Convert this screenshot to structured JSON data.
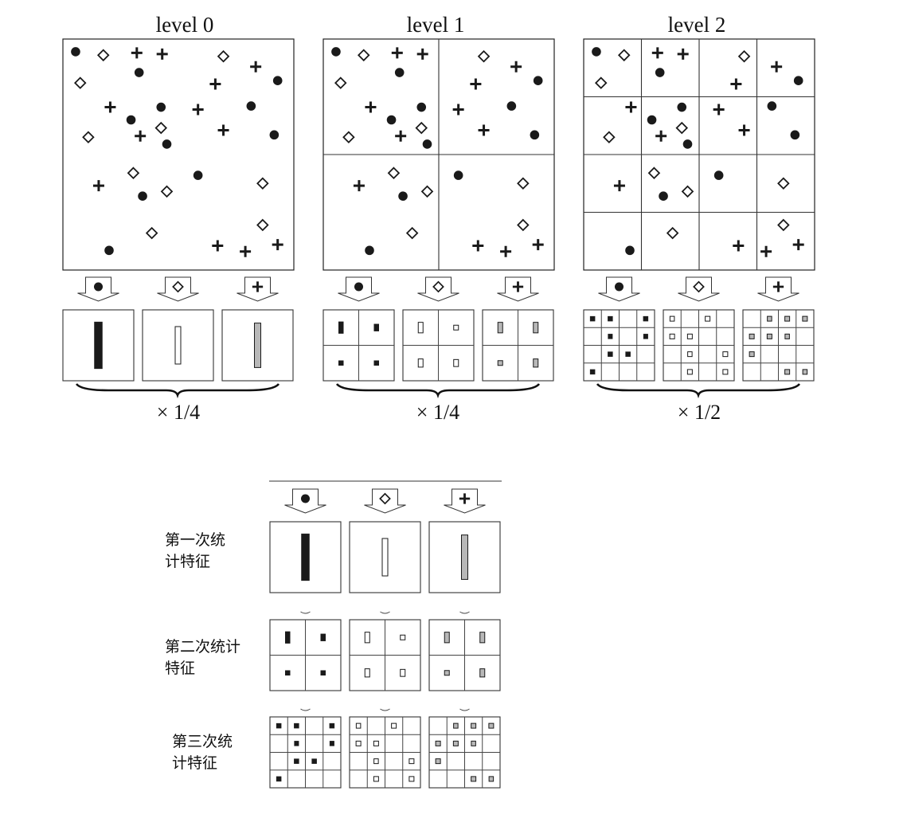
{
  "levels": [
    {
      "title": "level 0",
      "grid": 1,
      "scale": "× 1/4"
    },
    {
      "title": "level 1",
      "grid": 2,
      "scale": "× 1/4"
    },
    {
      "title": "level 2",
      "grid": 4,
      "scale": "× 1/2"
    }
  ],
  "feature_types": [
    {
      "name": "circle",
      "fill": "#1a1a1a",
      "stroke": "#1a1a1a"
    },
    {
      "name": "diamond",
      "fill": "#ffffff",
      "stroke": "#1a1a1a"
    },
    {
      "name": "plus",
      "fill": "#b8b8b8",
      "stroke": "#1a1a1a"
    }
  ],
  "points": [
    {
      "t": "circle",
      "x": 0.055,
      "y": 0.055
    },
    {
      "t": "diamond",
      "x": 0.175,
      "y": 0.07
    },
    {
      "t": "plus",
      "x": 0.32,
      "y": 0.06
    },
    {
      "t": "plus",
      "x": 0.43,
      "y": 0.065
    },
    {
      "t": "diamond",
      "x": 0.695,
      "y": 0.075
    },
    {
      "t": "plus",
      "x": 0.835,
      "y": 0.12
    },
    {
      "t": "circle",
      "x": 0.33,
      "y": 0.145
    },
    {
      "t": "diamond",
      "x": 0.075,
      "y": 0.19
    },
    {
      "t": "plus",
      "x": 0.66,
      "y": 0.195
    },
    {
      "t": "circle",
      "x": 0.93,
      "y": 0.18
    },
    {
      "t": "plus",
      "x": 0.205,
      "y": 0.295
    },
    {
      "t": "circle",
      "x": 0.425,
      "y": 0.295
    },
    {
      "t": "plus",
      "x": 0.585,
      "y": 0.305
    },
    {
      "t": "circle",
      "x": 0.815,
      "y": 0.29
    },
    {
      "t": "circle",
      "x": 0.295,
      "y": 0.35
    },
    {
      "t": "diamond",
      "x": 0.425,
      "y": 0.385
    },
    {
      "t": "diamond",
      "x": 0.11,
      "y": 0.425
    },
    {
      "t": "plus",
      "x": 0.335,
      "y": 0.42
    },
    {
      "t": "circle",
      "x": 0.45,
      "y": 0.455
    },
    {
      "t": "plus",
      "x": 0.695,
      "y": 0.395
    },
    {
      "t": "circle",
      "x": 0.915,
      "y": 0.415
    },
    {
      "t": "diamond",
      "x": 0.305,
      "y": 0.58
    },
    {
      "t": "circle",
      "x": 0.585,
      "y": 0.59
    },
    {
      "t": "plus",
      "x": 0.155,
      "y": 0.635
    },
    {
      "t": "circle",
      "x": 0.345,
      "y": 0.68
    },
    {
      "t": "diamond",
      "x": 0.45,
      "y": 0.66
    },
    {
      "t": "diamond",
      "x": 0.865,
      "y": 0.625
    },
    {
      "t": "diamond",
      "x": 0.385,
      "y": 0.84
    },
    {
      "t": "diamond",
      "x": 0.865,
      "y": 0.805
    },
    {
      "t": "circle",
      "x": 0.2,
      "y": 0.915
    },
    {
      "t": "plus",
      "x": 0.67,
      "y": 0.895
    },
    {
      "t": "plus",
      "x": 0.79,
      "y": 0.92
    },
    {
      "t": "plus",
      "x": 0.93,
      "y": 0.89
    }
  ],
  "histograms": {
    "level0": {
      "circle": [
        [
          1.0
        ]
      ],
      "diamond": [
        [
          0.8
        ]
      ],
      "plus": [
        [
          0.95
        ]
      ]
    },
    "level1": {
      "circle": [
        [
          0.5,
          0.3
        ],
        [
          0.2,
          0.1
        ]
      ],
      "diamond": [
        [
          0.45,
          0.1
        ],
        [
          0.35,
          0.3
        ]
      ],
      "plus": [
        [
          0.45,
          0.45
        ],
        [
          0.1,
          0.35
        ]
      ]
    },
    "level2": {
      "circle": [
        [
          0.1,
          0.1,
          0,
          0.1
        ],
        [
          0,
          0.3,
          0,
          0.3
        ],
        [
          0,
          0.1,
          0.1,
          0
        ],
        [
          0.1,
          0,
          0,
          0
        ]
      ],
      "diamond": [
        [
          0.3,
          0,
          0.1,
          0
        ],
        [
          0.1,
          0.1,
          0,
          0
        ],
        [
          0,
          0.3,
          0,
          0.1
        ],
        [
          0,
          0.1,
          0,
          0.1
        ]
      ],
      "plus": [
        [
          0,
          0.3,
          0.1,
          0.1
        ],
        [
          0.1,
          0.1,
          0.3,
          0
        ],
        [
          0.1,
          0,
          0,
          0
        ],
        [
          0,
          0,
          0.1,
          0.3
        ]
      ]
    }
  },
  "bottom_section": {
    "rows": [
      {
        "label_line1": "第一次统",
        "label_line2": "计特征",
        "histogram": "level0"
      },
      {
        "label_line1": "第二次统计",
        "label_line2": "特征",
        "histogram": "level1"
      },
      {
        "label_line1": "第三次统",
        "label_line2": "计特征",
        "histogram": "level2"
      }
    ]
  }
}
